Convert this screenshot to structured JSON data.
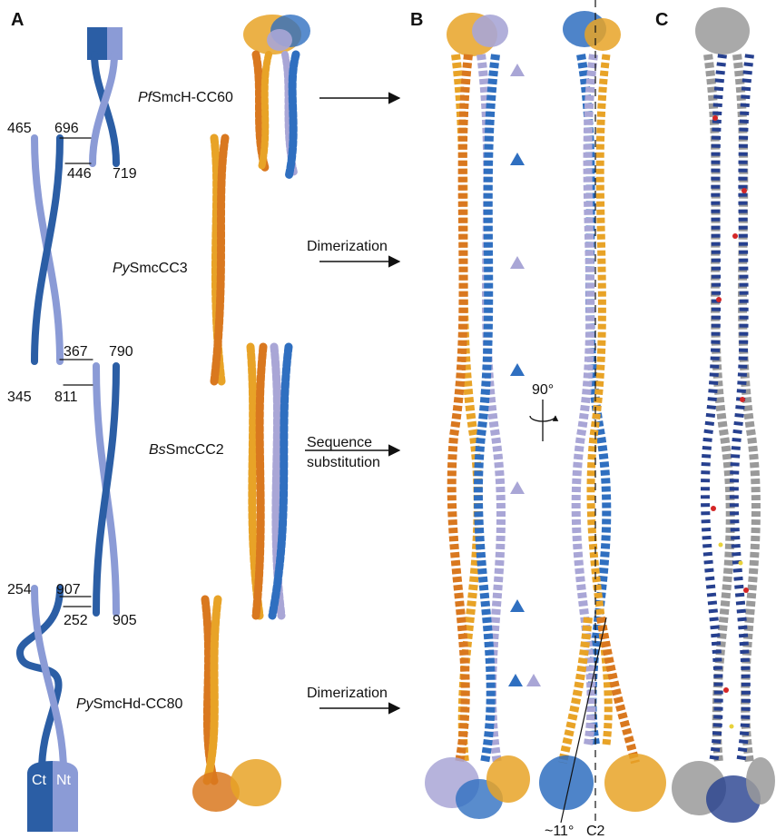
{
  "panels": {
    "a": "A",
    "b": "B",
    "c": "C"
  },
  "residues": {
    "r465": "465",
    "r696": "696",
    "r446": "446",
    "r719": "719",
    "r367": "367",
    "r790": "790",
    "r345": "345",
    "r811": "811",
    "r254": "254",
    "r907": "907",
    "r252": "252",
    "r905": "905"
  },
  "termini": {
    "ct": "Ct",
    "nt": "Nt"
  },
  "constructs": [
    {
      "prefix": "Pf",
      "suffix": "SmcH-CC60"
    },
    {
      "prefix": "Py",
      "suffix": "SmcCC3"
    },
    {
      "prefix": "Bs",
      "suffix": "SmcCC2"
    },
    {
      "prefix": "Py",
      "suffix": "SmcHd-CC80"
    }
  ],
  "operations": {
    "dimerization_1": "Dimerization",
    "sequence_1": "Sequence",
    "sequence_2": "substitution",
    "dimerization_2": "Dimerization"
  },
  "rotation": "90°",
  "angle": "~11°",
  "symmetry_axis": "C2",
  "colors": {
    "dark_blue": "#2b5ea5",
    "light_blue": "#8b9bd6",
    "lavender": "#a9a6d6",
    "orange": "#d9781f",
    "gold": "#e8a327",
    "helix_blue": "#2f6fc0",
    "gray": "#9a9a9a",
    "red": "#d42626",
    "yellow": "#e8d23a",
    "navy": "#26408f"
  },
  "icons": [
    "rotation-arrow-icon",
    "triangle-marker-icon",
    "arrow-right-icon"
  ]
}
